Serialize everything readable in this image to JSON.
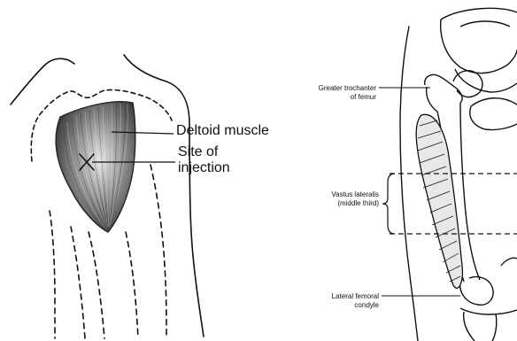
{
  "left_panel": {
    "labels": {
      "deltoid_muscle": "Deltoid muscle",
      "site_of_injection_line1": "Site of",
      "site_of_injection_line2": "injection"
    }
  },
  "right_panel": {
    "labels": {
      "greater_trochanter_line1": "Greater trochanter",
      "greater_trochanter_line2": "of femur",
      "vastus_lateralis_line1": "Vastus lateralis",
      "vastus_lateralis_line2": "(middle third)",
      "lateral_femoral_condyle_line1": "Lateral femoral",
      "lateral_femoral_condyle_line2": "condyle"
    }
  },
  "colors": {
    "ink": "#111111",
    "muscle_fill": "#7a7a7a",
    "background": "#ffffff"
  }
}
